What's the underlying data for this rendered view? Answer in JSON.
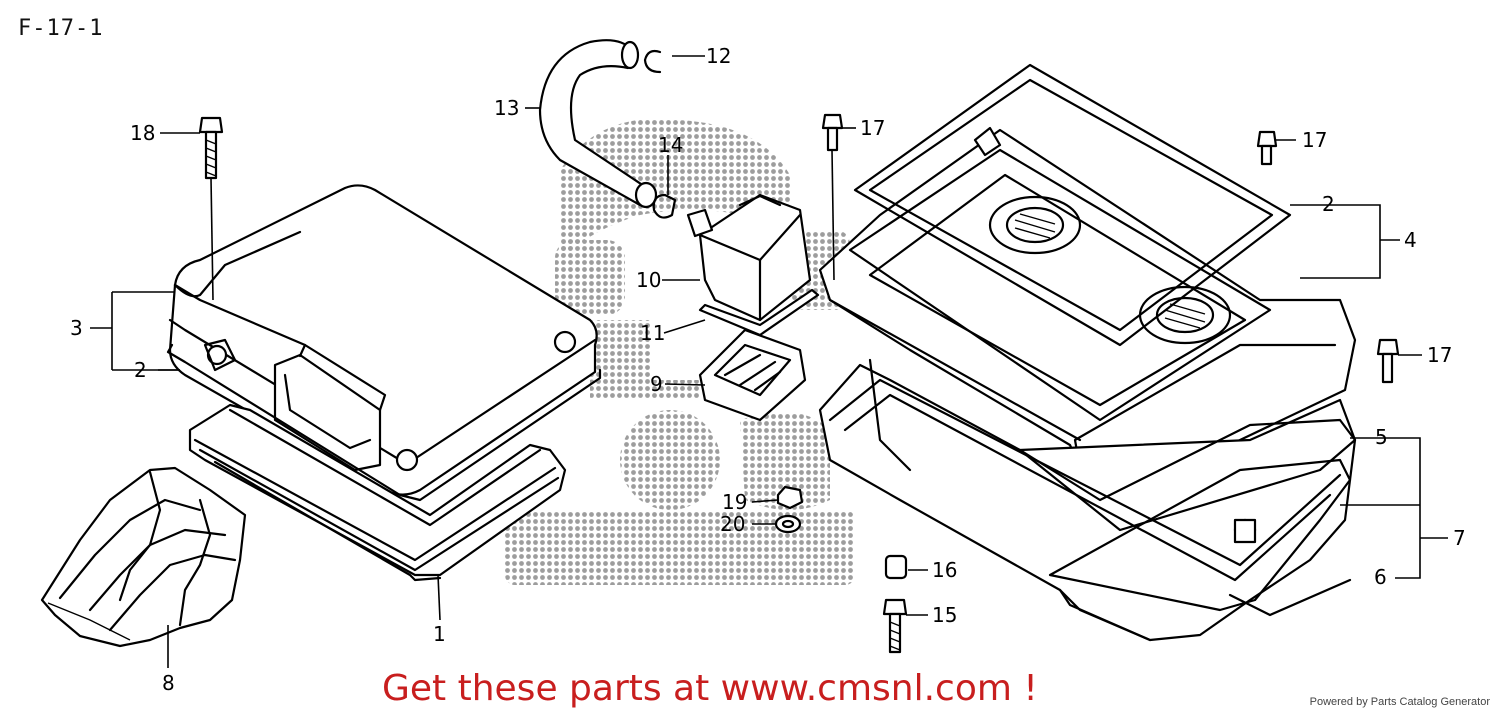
{
  "title": "F-17-1",
  "call_to_action": "Get these parts at www.cmsnl.com !",
  "footer": "Powered by Parts Catalog Generator",
  "colors": {
    "call_to_action": "#c81e1e",
    "watermark": "#9a9a9a"
  },
  "callouts": {
    "c1": "1",
    "c2a": "2",
    "c2b": "2",
    "c3": "3",
    "c4": "4",
    "c5": "5",
    "c6": "6",
    "c7": "7",
    "c8": "8",
    "c9": "9",
    "c10": "10",
    "c11": "11",
    "c12": "12",
    "c13": "13",
    "c14": "14",
    "c15": "15",
    "c16": "16",
    "c17a": "17",
    "c17b": "17",
    "c17c": "17",
    "c18": "18",
    "c19": "19",
    "c20": "20"
  }
}
